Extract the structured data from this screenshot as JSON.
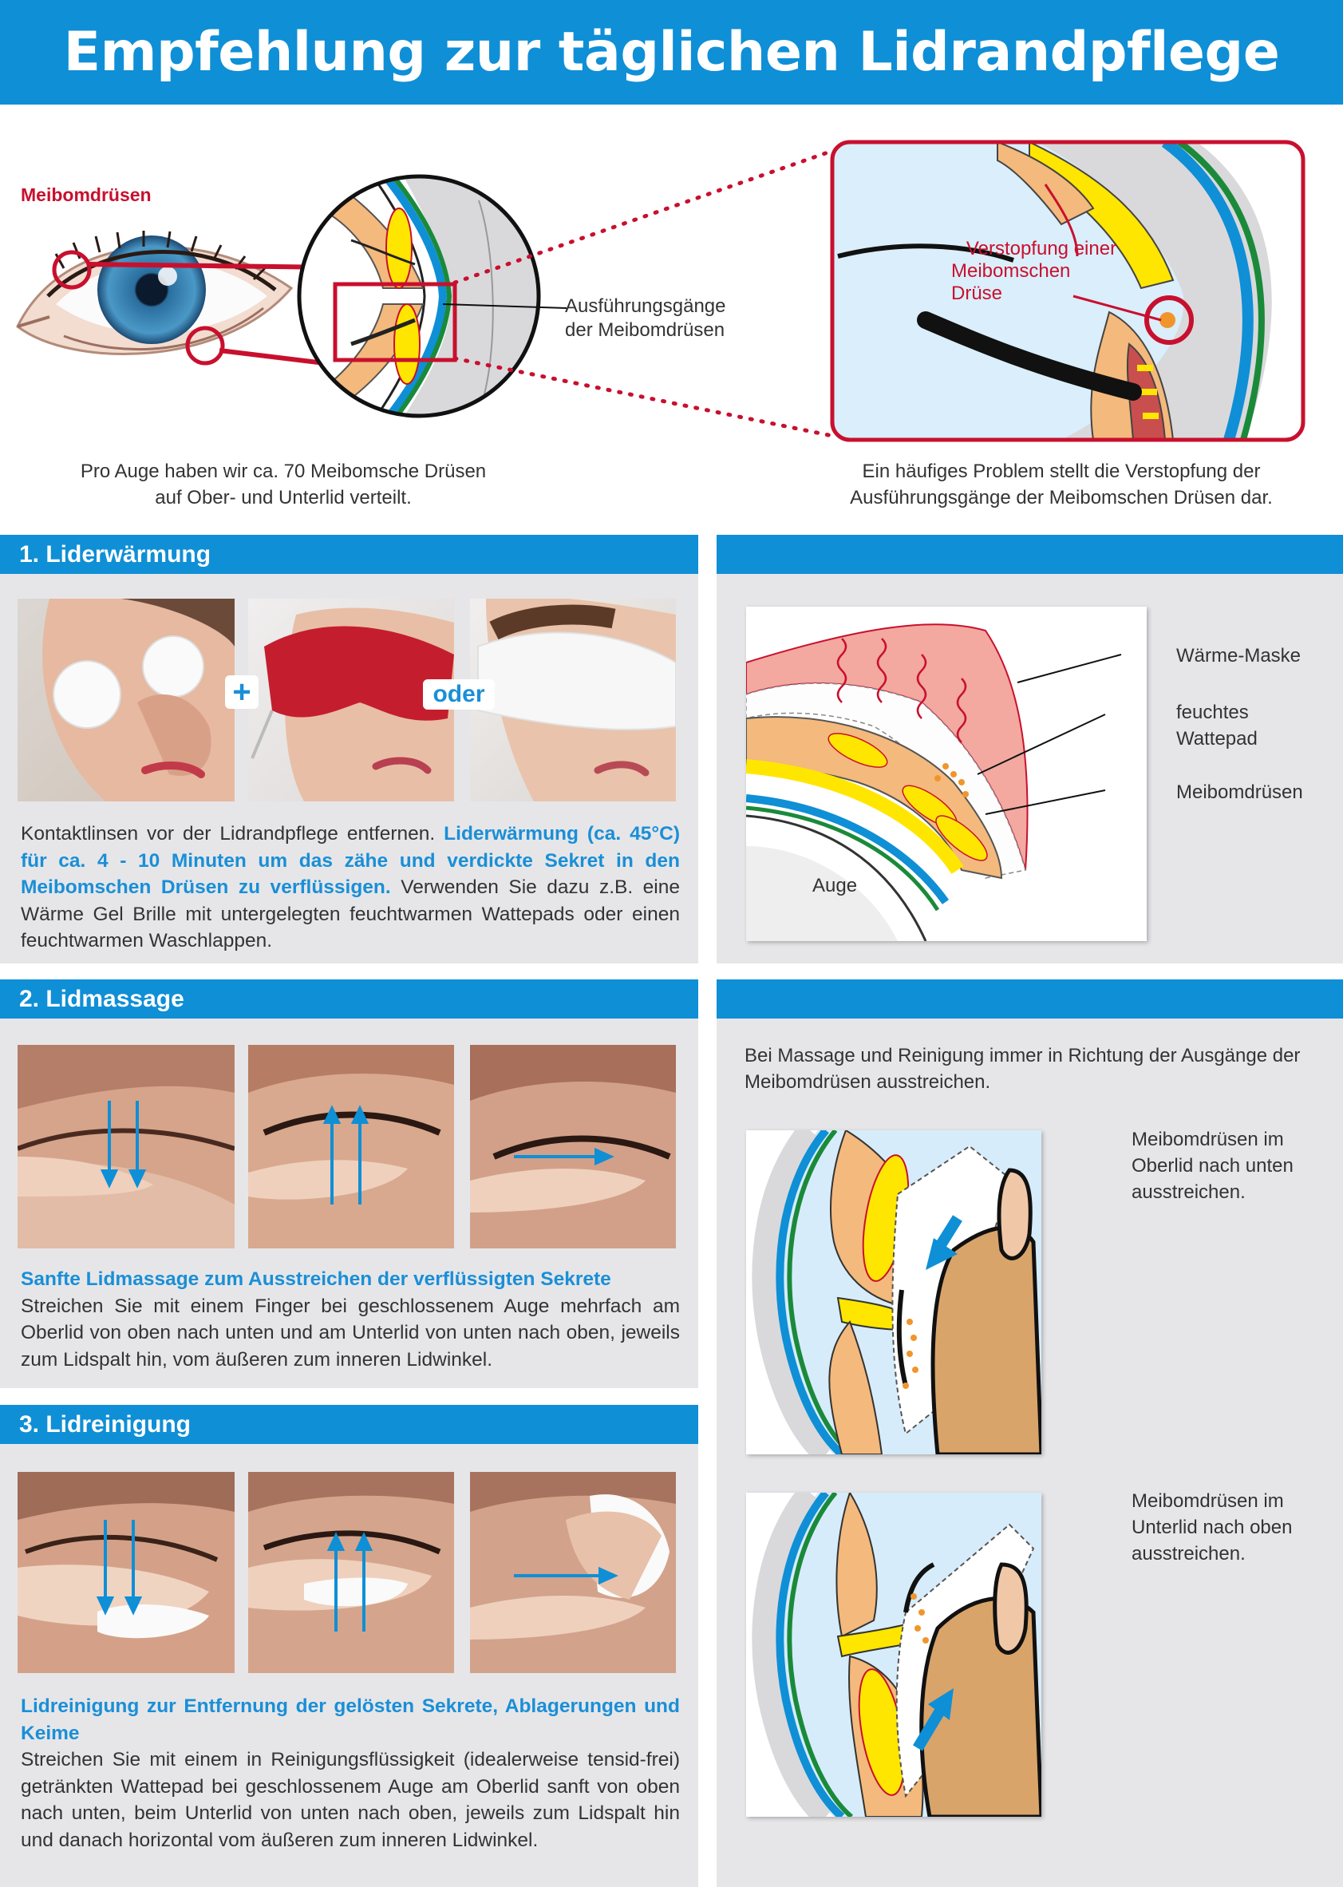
{
  "title": "Empfehlung zur täglichen Lidrandpflege",
  "intro": {
    "label_meibom": "Meibomdrüsen",
    "label_ducts_1": "Ausführungsgänge",
    "label_ducts_2": "der Meibomdrüsen",
    "label_clog_1": "Verstopfung einer",
    "label_clog_2": "Meibomschen",
    "label_clog_3": "Drüse",
    "caption_left_1": "Pro Auge haben wir ca. 70 Meibomsche Drüsen",
    "caption_left_2": "auf Ober- und Unterlid verteilt.",
    "caption_right_1": "Ein häufiges Problem stellt die Verstopfung der",
    "caption_right_2": "Ausführungsgänge der Meibomschen Drüsen dar."
  },
  "step1": {
    "title": "1. Liderwärmung",
    "plus": "+",
    "oder": "oder",
    "text_plain_1": "Kontaktlinsen vor der Lidrandpflege entfernen.",
    "text_highlight": "Liderwärmung (ca. 45°C) für ca. 4 - 10 Minuten um das zähe und verdickte Sekret in den Meibomschen Drüsen zu verflüssigen.",
    "text_plain_2": "Verwenden Sie dazu z.B. eine Wärme Gel Brille mit untergelegten feuchtwarmen Wattepads oder einen feuchtwarmen Waschlappen.",
    "diagram_labels": {
      "mask": "Wärme-Maske",
      "pad_1": "feuchtes",
      "pad_2": "Wattepad",
      "glands": "Meibomdrüsen",
      "eye": "Auge"
    }
  },
  "step2": {
    "title": "2. Lidmassage",
    "heading": "Sanfte Lidmassage zum Ausstreichen der verflüssigten Sekrete",
    "text": "Streichen Sie mit einem Finger bei geschlossenem Auge mehrfach am Oberlid von oben nach unten und am Unterlid von unten nach oben, jeweils zum Lidspalt hin, vom äußeren zum inneren Lidwinkel.",
    "right_note": "Bei Massage und Reinigung immer in Richtung der Ausgänge der Meibomdrüsen ausstreichen.",
    "upper_note_1": "Meibomdrüsen im",
    "upper_note_2": "Oberlid nach unten",
    "upper_note_3": "ausstreichen.",
    "lower_note_1": "Meibomdrüsen im",
    "lower_note_2": "Unterlid nach oben",
    "lower_note_3": "ausstreichen."
  },
  "step3": {
    "title": "3. Lidreinigung",
    "heading": "Lidreinigung zur Entfernung der gelösten Sekrete, Ablagerungen und Keime",
    "text": "Streichen Sie mit einem in Reinigungsflüssigkeit (idealerweise tensid-frei) getränkten Wattepad bei geschlossenem Auge am Oberlid sanft von oben nach unten, beim Unterlid von unten nach oben, jeweils zum Lidspalt hin und danach horizontal vom äußeren zum inneren Lidwinkel."
  },
  "colors": {
    "accent": "#0f8fd6",
    "highlight": "#1a8fd6",
    "red": "#c8102e",
    "panel": "#e6e6e9",
    "skin": "#f4b97c",
    "gland": "#ffe600"
  }
}
